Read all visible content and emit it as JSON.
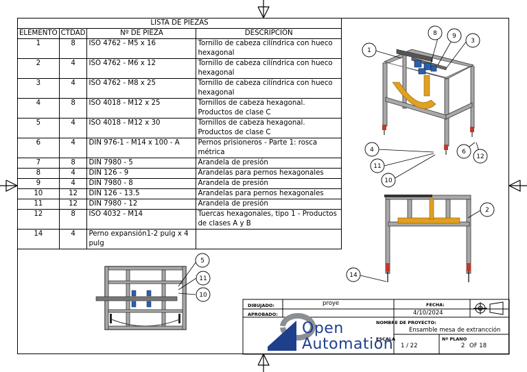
{
  "bom": {
    "title": "LISTA DE PIEZAS",
    "headers": [
      "ELEMENTO",
      "CTDAD",
      "Nº DE PIEZA",
      "DESCRIPCIÓN"
    ],
    "rows": [
      {
        "item": "1",
        "qty": "8",
        "part": "ISO 4762 - M5 x 16",
        "desc": "Tornillo de cabeza cilíndrica con hueco hexagonal"
      },
      {
        "item": "2",
        "qty": "4",
        "part": "ISO 4762 - M6 x 12",
        "desc": "Tornillo de cabeza cilíndrica con hueco hexagonal"
      },
      {
        "item": "3",
        "qty": "4",
        "part": "ISO 4762 - M8 x 25",
        "desc": "Tornillo de cabeza cilíndrica con hueco hexagonal"
      },
      {
        "item": "4",
        "qty": "8",
        "part": "ISO 4018 - M12 x 25",
        "desc": "Tornillos de cabeza hexagonal. Productos de clase C"
      },
      {
        "item": "5",
        "qty": "4",
        "part": "ISO 4018 - M12 x 30",
        "desc": "Tornillos de cabeza hexagonal. Productos de clase C"
      },
      {
        "item": "6",
        "qty": "4",
        "part": "DIN 976-1 - M14 x 100 - A",
        "desc": "Pernos prisioneros - Parte 1: rosca métrica"
      },
      {
        "item": "7",
        "qty": "8",
        "part": "DIN 7980 - 5",
        "desc": "Arandela de presión"
      },
      {
        "item": "8",
        "qty": "4",
        "part": "DIN 126 - 9",
        "desc": "Arandelas para pernos hexagonales"
      },
      {
        "item": "9",
        "qty": "4",
        "part": "DIN 7980 - 8",
        "desc": "Arandela de presión"
      },
      {
        "item": "10",
        "qty": "12",
        "part": "DIN 126 - 13.5",
        "desc": "Arandelas para pernos hexagonales"
      },
      {
        "item": "11",
        "qty": "12",
        "part": "DIN 7980 - 12",
        "desc": "Arandela de presión"
      },
      {
        "item": "12",
        "qty": "8",
        "part": "ISO 4032 - M14",
        "desc": "Tuercas hexagonales, tipo 1 - Productos de clases A y B"
      },
      {
        "item": "14",
        "qty": "4",
        "part": "Perno expansión1-2 pulg x 4 pulg",
        "desc": ""
      }
    ]
  },
  "balloons": {
    "b1": "1",
    "b2": "2",
    "b3": "3",
    "b4": "4",
    "b5": "5",
    "b6": "6",
    "b8": "8",
    "b9": "9",
    "b10a": "10",
    "b10b": "10",
    "b11a": "11",
    "b11b": "11",
    "b12": "12",
    "b14": "14"
  },
  "title_block": {
    "drawn_label": "DIBUJADO:",
    "drawn_value": "proye",
    "approved_label": "APROBADO:",
    "date_label": "FECHA:",
    "date_value": "4/10/2024",
    "project_label": "NOMBRE DE PROYECTO:",
    "project_value": "Ensamble mesa de extrancción",
    "scale_label": "ESCALA",
    "scale_value": "1 / 22",
    "plan_label": "Nº PLANO",
    "plan_value": "2",
    "sheet_value": "OF 18",
    "logo_line1": "Open",
    "logo_line2": "Automation"
  },
  "colors": {
    "frame_gray": "#9a9a9a",
    "logo_blue": "#1f3e8c",
    "logo_gray": "#8a8f96",
    "accent_orange": "#e0a020",
    "accent_blue": "#2a5fb0",
    "foot_red": "#c0392b"
  }
}
